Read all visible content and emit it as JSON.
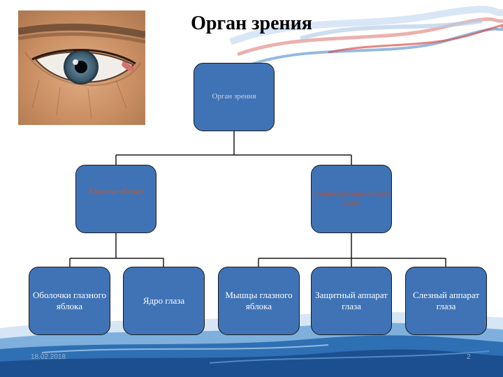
{
  "slide": {
    "title": "Орган зрения",
    "footer": {
      "date": "18.02.2018",
      "page": "2"
    }
  },
  "diagram": {
    "root": "Орган зрения",
    "level2": {
      "left": "Глазное яблоко",
      "right": "Вспомогательный аппарат глаза"
    },
    "leaves": [
      "Оболочки глазного яблока",
      "Ядро глаза",
      "Мышцы глазного яблока",
      "Защитный аппарат глаза",
      "Слезный аппарат глаза"
    ]
  },
  "colors": {
    "node_fill": "#3f73b5",
    "node_border": "#1a1a1a",
    "wave_red": "#d9534f",
    "wave_blue": "#1f5fa8"
  },
  "icons": [
    "eye-photo"
  ]
}
